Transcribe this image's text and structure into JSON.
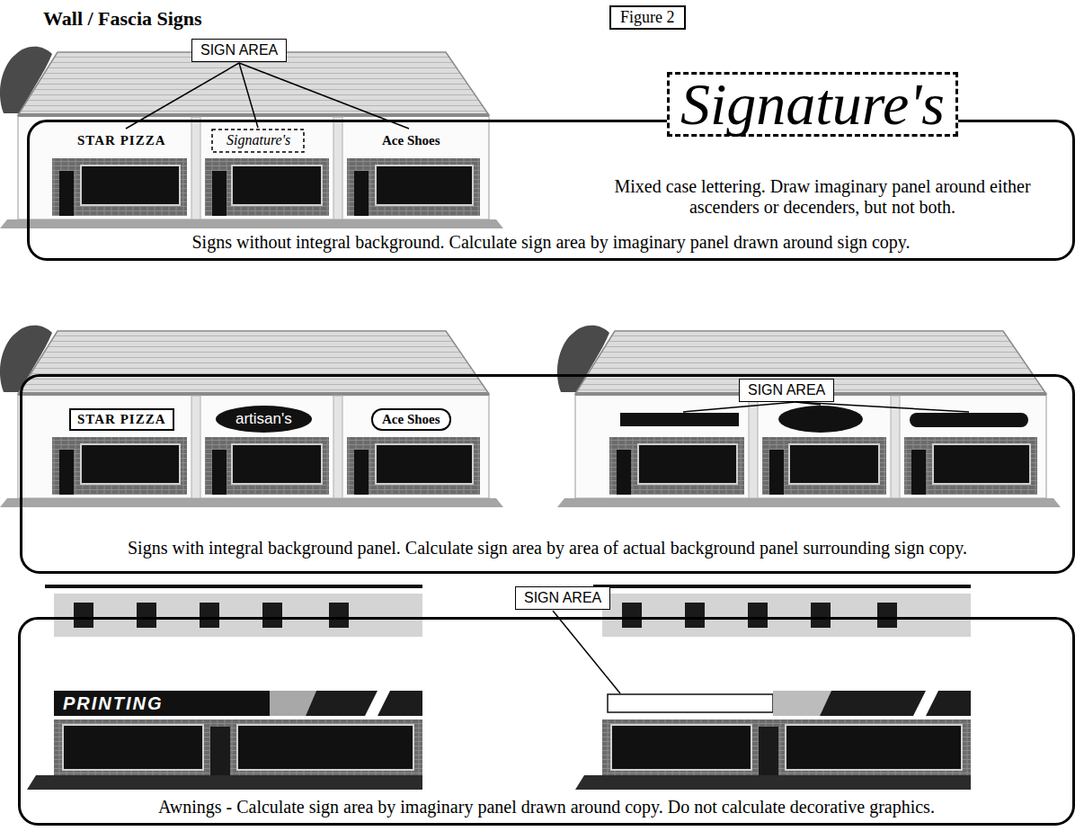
{
  "diagram": {
    "title": "Wall / Fascia Signs",
    "nodes": [
      {
        "text": [
          "Figure 2"
        ]
      },
      {
        "text": [
          "SIGN AREA"
        ]
      },
      {
        "text": [
          "Mixed case lettering. Draw imaginary panel around either ascenders or decenders, but not both.",
          "Signs without integral background. Calculate sign area by imaginary panel drawn around sign copy."
        ]
      },
      {
        "text": [
          "Signature's"
        ]
      },
      {
        "text": [
          "SIGN AREA"
        ]
      },
      {
        "text": [
          "Signs with integral background panel. Calculate sign area by area of actual background panel surrounding sign copy."
        ]
      },
      {
        "text": [
          "STAR PIZZA"
        ],
        "in": 5
      },
      {
        "text": [
          "artisan's"
        ],
        "in": 5
      },
      {
        "text": [
          "Ace Shoes"
        ],
        "in": 5
      },
      {
        "text": [
          "SIGN AREA"
        ]
      },
      {
        "text": [
          "Awnings - Calculate sign area by imaginary panel drawn around copy. Do not calculate decorative graphics."
        ]
      },
      {
        "text": [
          "PRINTING"
        ],
        "in": 10
      }
    ],
    "labels": [
      "STAR PIZZA",
      "Signature's",
      "Ace Shoes"
    ]
  }
}
